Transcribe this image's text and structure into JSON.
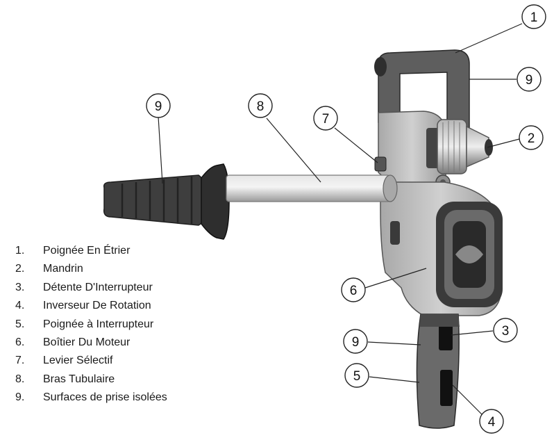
{
  "legend": [
    {
      "num": "1.",
      "label": "Poignée En Étrier"
    },
    {
      "num": "2.",
      "label": "Mandrin"
    },
    {
      "num": "3.",
      "label": "Détente D'Interrupteur"
    },
    {
      "num": "4.",
      "label": "Inverseur De Rotation"
    },
    {
      "num": "5.",
      "label": "Poignée à Interrupteur"
    },
    {
      "num": "6.",
      "label": "Boîtier Du Moteur"
    },
    {
      "num": "7.",
      "label": "Levier Sélectif"
    },
    {
      "num": "8.",
      "label": "Bras Tubulaire"
    },
    {
      "num": "9.",
      "label": "Surfaces de prise isolées"
    }
  ],
  "callouts": {
    "c1": "1",
    "c2": "2",
    "c3": "3",
    "c4": "4",
    "c5": "5",
    "c6": "6",
    "c7": "7",
    "c8": "8",
    "c9_handle": "9",
    "c9_bail": "9",
    "c9_grip": "9"
  },
  "colors": {
    "body": "#c8c8c8",
    "rubber": "#4a4a4a",
    "dark": "#222222",
    "chuck": "#8a8a8a",
    "tube": "#cfcfcf"
  }
}
